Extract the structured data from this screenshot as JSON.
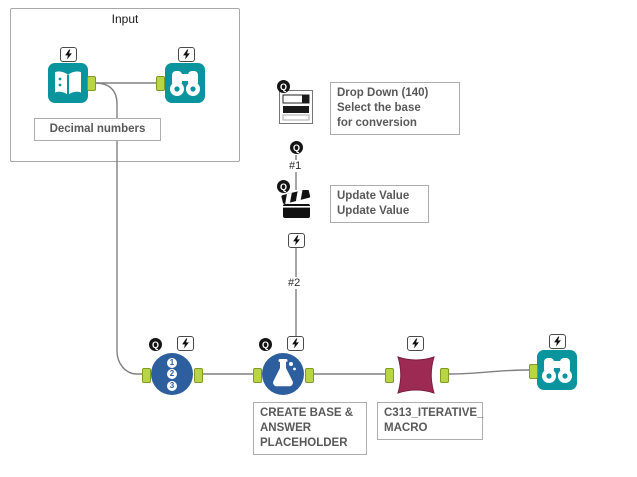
{
  "colors": {
    "tool_teal": "#0a949e",
    "tool_blue": "#2d5e9e",
    "macro_crimson": "#9c2a52",
    "connector_fill": "#b9d543",
    "connector_border": "#7e9b22",
    "wire_gray": "#808080",
    "annotation_text": "#595959",
    "annotation_border": "#adadad"
  },
  "container": {
    "title": "Input"
  },
  "annotations": {
    "input_data": "Decimal numbers",
    "drop_down": [
      "Drop Down (140)",
      "Select the base",
      "for conversion"
    ],
    "action": [
      "Update Value",
      "Update Value"
    ],
    "formula": [
      "CREATE BASE &",
      "ANSWER",
      "PLACEHOLDER"
    ],
    "macro": [
      "C313_ITERATIVE_",
      "MACRO"
    ]
  },
  "wire_labels": {
    "one": "#1",
    "two": "#2"
  },
  "badges": {
    "q": "Q"
  },
  "numbered_tool_digits": [
    "1",
    "2",
    "3"
  ]
}
